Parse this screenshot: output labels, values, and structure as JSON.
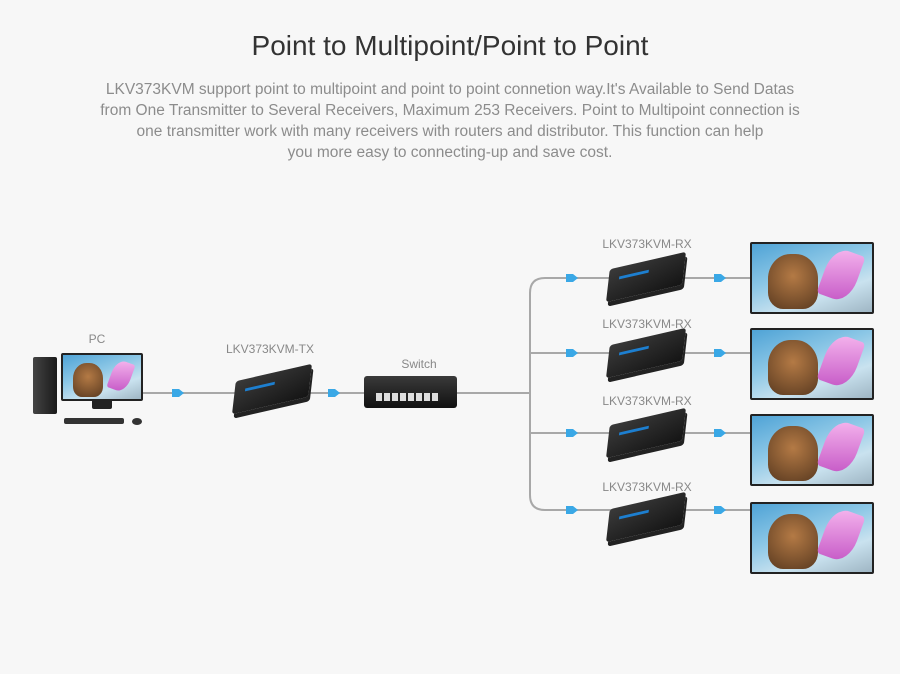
{
  "title": "Point to Multipoint/Point to Point",
  "description": [
    "LKV373KVM support point to multipoint and point to point  connetion way.It's Available to Send Datas",
    "from One Transmitter to Several Receivers, Maximum 253 Receivers. Point to Multipoint connection is",
    "one transmitter work with many receivers with routers  and distributor. This function can help",
    "you more easy to connecting-up and save cost."
  ],
  "nodes": {
    "pc": "PC",
    "tx": "LKV373KVM-TX",
    "switch": "Switch",
    "rx": [
      "LKV373KVM-RX",
      "LKV373KVM-RX",
      "LKV373KVM-RX",
      "LKV373KVM-RX"
    ]
  },
  "colors": {
    "line": "#a8a8a8",
    "arrow": "#3aa8e6"
  }
}
